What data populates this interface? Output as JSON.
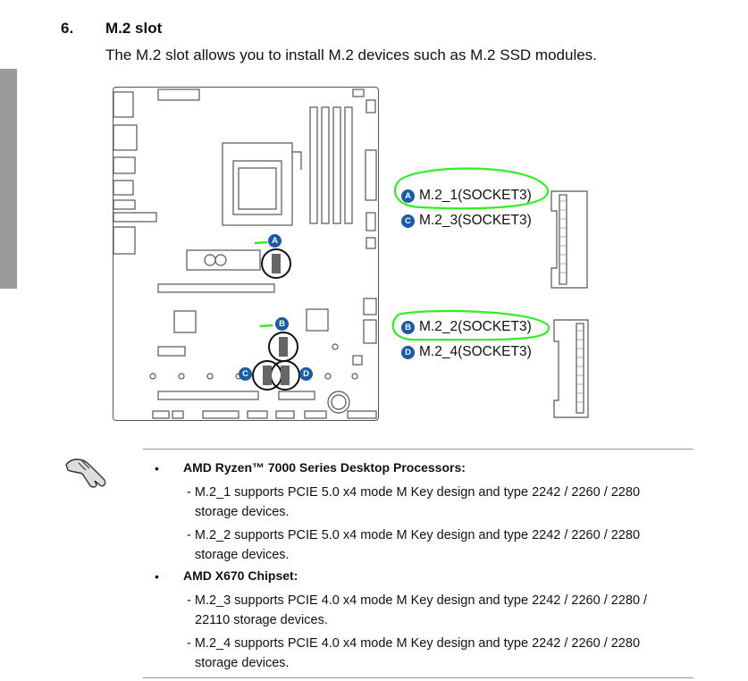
{
  "section": {
    "number": "6.",
    "title": "M.2 slot",
    "intro": "The M.2 slot allows you to install M.2 devices such as M.2 SSD modules."
  },
  "diagram": {
    "slots": [
      {
        "badge": "A",
        "label": "M.2_1(SOCKET3)",
        "highlighted": true
      },
      {
        "badge": "C",
        "label": "M.2_3(SOCKET3)",
        "highlighted": false
      },
      {
        "badge": "B",
        "label": "M.2_2(SOCKET3)",
        "highlighted": true
      },
      {
        "badge": "D",
        "label": "M.2_4(SOCKET3)",
        "highlighted": false
      }
    ],
    "highlight_color": "#33ee22",
    "badge_color": "#1a5aa6"
  },
  "notes": [
    {
      "bullet": "•",
      "heading": "AMD Ryzen™ 7000 Series Desktop Processors:",
      "items": [
        {
          "line1": "- M.2_1 supports PCIE 5.0 x4 mode M Key design and type 2242 / 2260 / 2280",
          "line2": "storage devices."
        },
        {
          "line1": "- M.2_2 supports PCIE 5.0 x4 mode M Key design and type 2242 / 2260 / 2280",
          "line2": "storage devices."
        }
      ]
    },
    {
      "bullet": "•",
      "heading": "AMD X670 Chipset:",
      "items": [
        {
          "line1": "- M.2_3 supports PCIE 4.0 x4 mode M Key design and type 2242 / 2260 / 2280 /",
          "line2": "22110 storage devices."
        },
        {
          "line1": "- M.2_4 supports PCIE 4.0 x4 mode M Key design and type 2242 / 2260 / 2280",
          "line2": "storage devices."
        }
      ]
    }
  ]
}
